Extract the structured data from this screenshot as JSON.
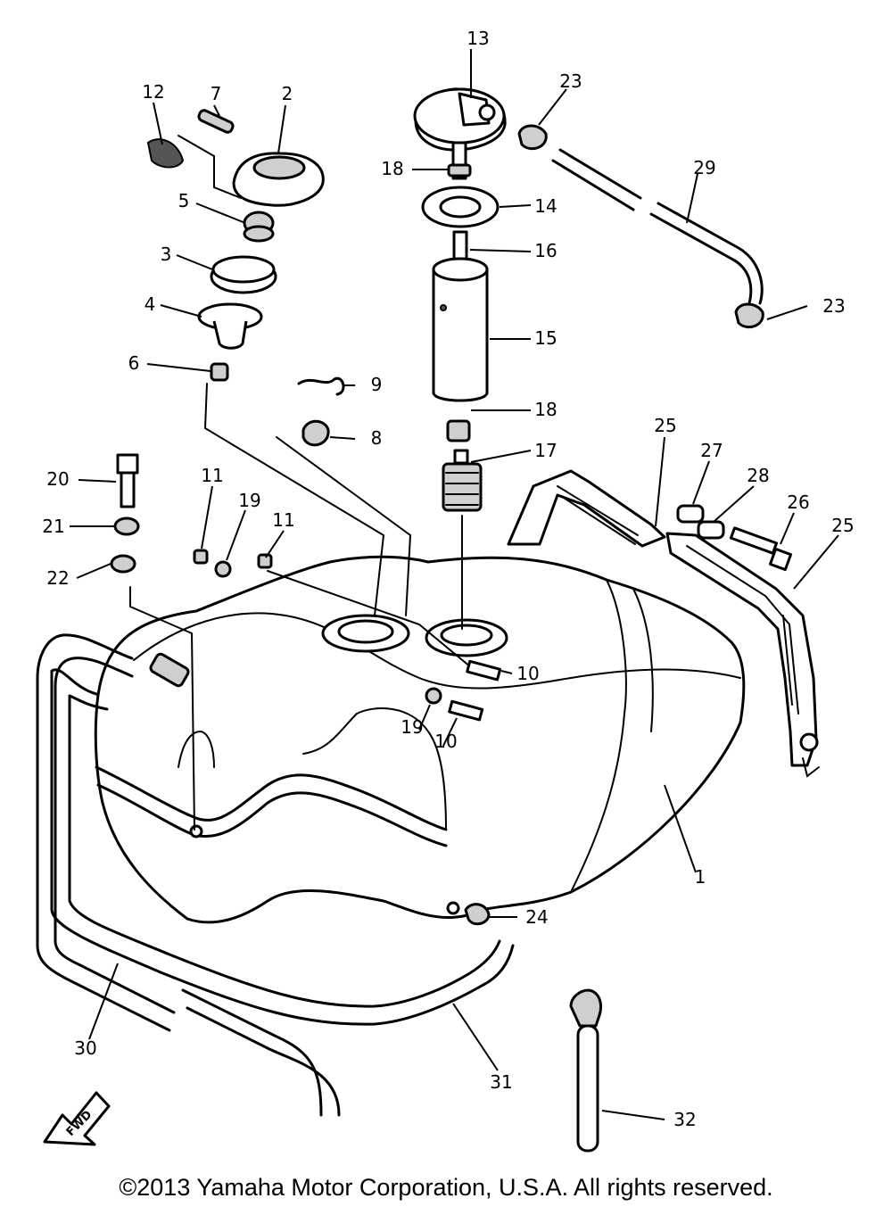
{
  "figure": {
    "callouts": [
      {
        "id": "c13",
        "text": "13"
      },
      {
        "id": "c12",
        "text": "12"
      },
      {
        "id": "c7",
        "text": "7"
      },
      {
        "id": "c2",
        "text": "2"
      },
      {
        "id": "c23a",
        "text": "23"
      },
      {
        "id": "c29",
        "text": "29"
      },
      {
        "id": "c18a",
        "text": "18"
      },
      {
        "id": "c14",
        "text": "14"
      },
      {
        "id": "c5",
        "text": "5"
      },
      {
        "id": "c16",
        "text": "16"
      },
      {
        "id": "c3",
        "text": "3"
      },
      {
        "id": "c4",
        "text": "4"
      },
      {
        "id": "c23b",
        "text": "23"
      },
      {
        "id": "c15",
        "text": "15"
      },
      {
        "id": "c6",
        "text": "6"
      },
      {
        "id": "c9",
        "text": "9"
      },
      {
        "id": "c18b",
        "text": "18"
      },
      {
        "id": "c8",
        "text": "8"
      },
      {
        "id": "c25a",
        "text": "25"
      },
      {
        "id": "c17",
        "text": "17"
      },
      {
        "id": "c27",
        "text": "27"
      },
      {
        "id": "c28",
        "text": "28"
      },
      {
        "id": "c20",
        "text": "20"
      },
      {
        "id": "c11a",
        "text": "11"
      },
      {
        "id": "c19a",
        "text": "19"
      },
      {
        "id": "c11b",
        "text": "11"
      },
      {
        "id": "c26",
        "text": "26"
      },
      {
        "id": "c25b",
        "text": "25"
      },
      {
        "id": "c21",
        "text": "21"
      },
      {
        "id": "c22",
        "text": "22"
      },
      {
        "id": "c10a",
        "text": "10"
      },
      {
        "id": "c19b",
        "text": "19"
      },
      {
        "id": "c10b",
        "text": "10"
      },
      {
        "id": "c1",
        "text": "1"
      },
      {
        "id": "c24",
        "text": "24"
      },
      {
        "id": "c30",
        "text": "30"
      },
      {
        "id": "c31",
        "text": "31"
      },
      {
        "id": "c32",
        "text": "32"
      }
    ],
    "fwd_label": "FWD"
  },
  "footer": {
    "copyright": "©2013 Yamaha Motor Corporation, U.S.A. All rights reserved."
  }
}
